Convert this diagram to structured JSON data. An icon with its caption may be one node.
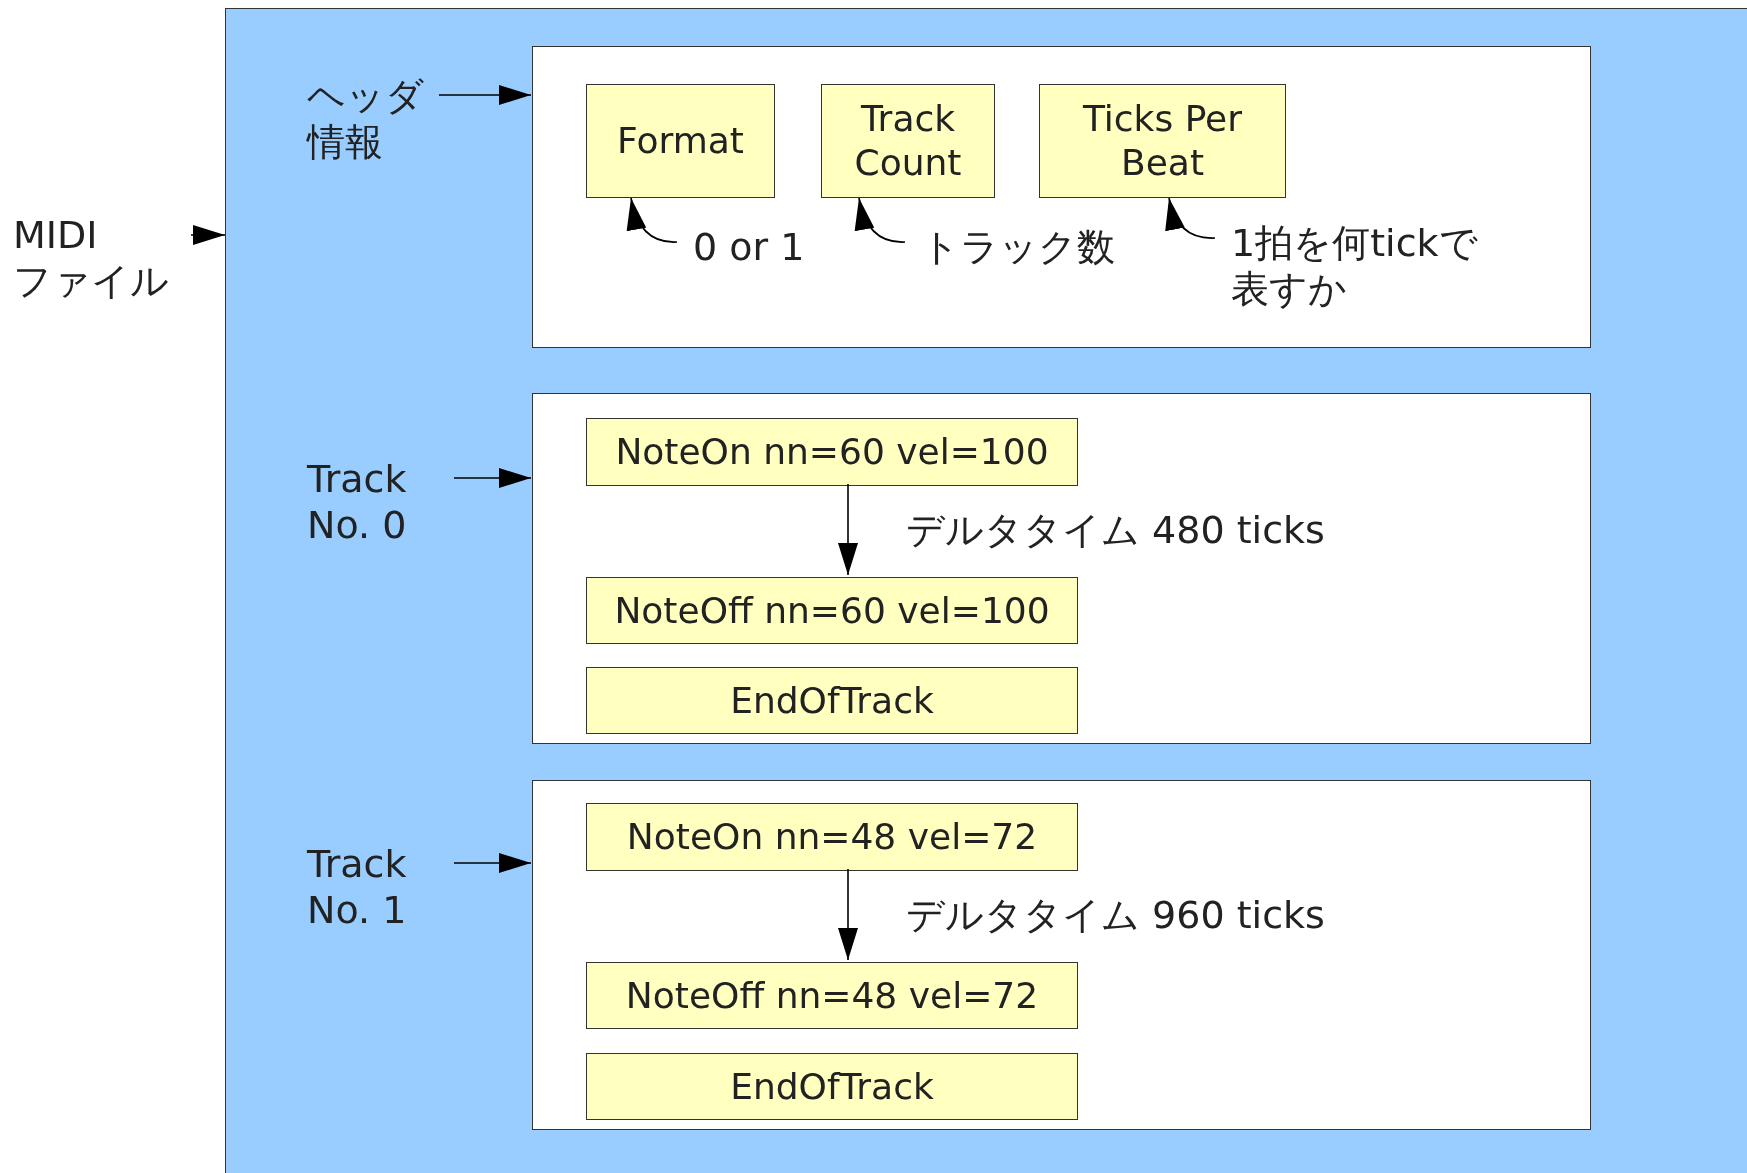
{
  "diagram": {
    "nodes": [
      {
        "text": [
          "MIDI ファイル"
        ]
      },
      {
        "text": [],
        "shape": "box"
      },
      {
        "text": [
          "ヘッダ情報"
        ],
        "in": 1
      },
      {
        "text": [],
        "shape": "box",
        "in": 1
      },
      {
        "text": [
          "Format"
        ],
        "in": 3
      },
      {
        "text": [
          "Track Count"
        ],
        "in": 3
      },
      {
        "text": [
          "Ticks Per Beat"
        ],
        "in": 3
      },
      {
        "text": [
          "0 or 1"
        ],
        "in": 3
      },
      {
        "text": [
          "トラック数"
        ],
        "in": 3
      },
      {
        "text": [
          "1拍を何tickで表すか"
        ],
        "in": 3
      },
      {
        "text": [
          "Track No. 0"
        ],
        "in": 1
      },
      {
        "text": [],
        "shape": "box",
        "in": 1
      },
      {
        "text": [
          "NoteOn nn=60 vel=100"
        ],
        "in": 11
      },
      {
        "text": [
          "NoteOff nn=60 vel=100"
        ],
        "in": 11
      },
      {
        "text": [
          "EndOfTrack"
        ],
        "in": 11
      },
      {
        "text": [
          "Track No. 1"
        ],
        "in": 1
      },
      {
        "text": [],
        "shape": "box",
        "in": 1
      },
      {
        "text": [
          "NoteOn nn=48 vel=72"
        ],
        "in": 16
      },
      {
        "text": [
          "NoteOff nn=48 vel=72"
        ],
        "in": 16
      },
      {
        "text": [
          "EndOfTrack"
        ],
        "in": 16
      }
    ],
    "edges": [
      {
        "from": 0,
        "to": 1,
        "arrow": "to"
      },
      {
        "from": 2,
        "to": 3,
        "arrow": "to"
      },
      {
        "from": 7,
        "to": 4,
        "arrow": "to"
      },
      {
        "from": 8,
        "to": 5,
        "arrow": "to"
      },
      {
        "from": 9,
        "to": 6,
        "arrow": "to"
      },
      {
        "from": 10,
        "to": 11,
        "arrow": "to"
      },
      {
        "from": 12,
        "to": 13,
        "arrow": "to",
        "label": "デルタタイム 480 ticks"
      },
      {
        "from": 15,
        "to": 16,
        "arrow": "to"
      },
      {
        "from": 17,
        "to": 18,
        "arrow": "to",
        "label": "デルタタイム 960 ticks"
      }
    ]
  }
}
